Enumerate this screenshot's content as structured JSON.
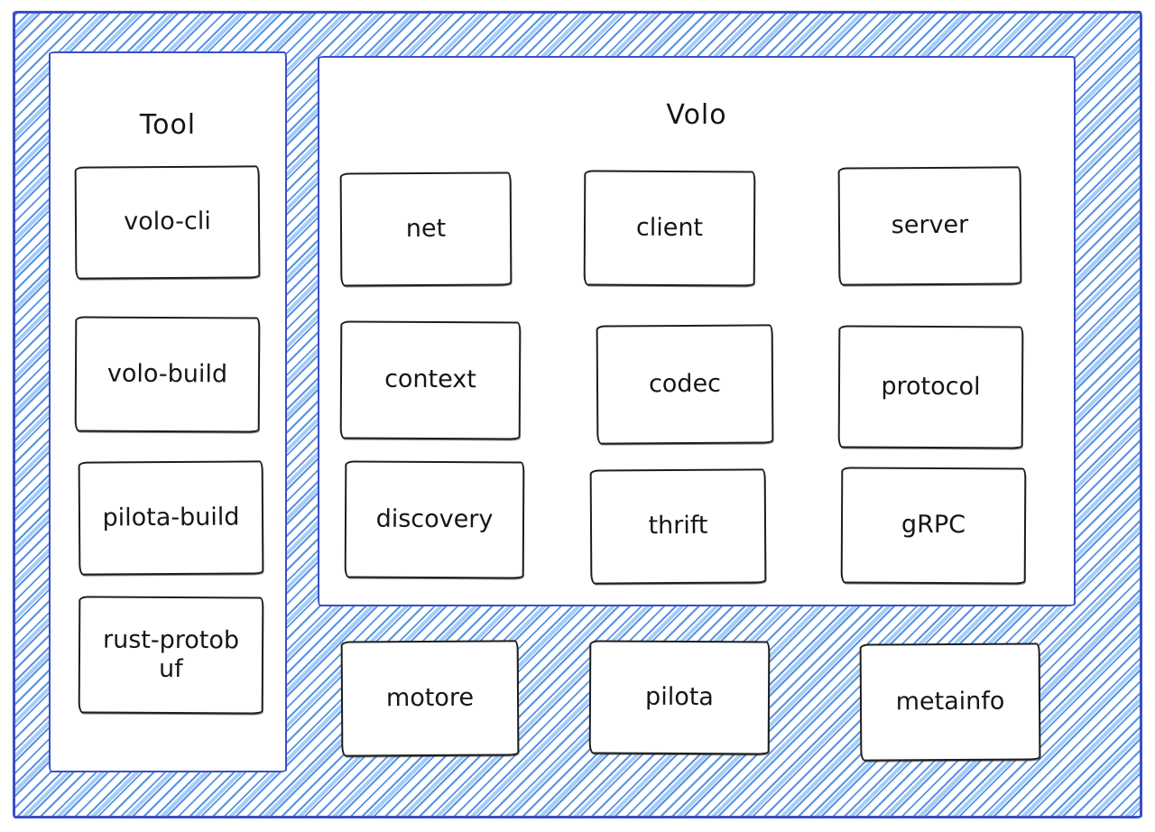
{
  "colors": {
    "frame_border": "#3b4fc5",
    "hatch_primary": "#4d8de2",
    "hatch_light": "#a1c8f4",
    "panel_border": "#3b4fc5",
    "box_border": "#1e1e1e",
    "text": "#161616",
    "background": "#ffffff"
  },
  "tool_panel": {
    "title": "Tool",
    "boxes": [
      {
        "label": "volo-cli"
      },
      {
        "label": "volo-build"
      },
      {
        "label": "pilota-build"
      },
      {
        "label": "rust-protobuf"
      }
    ]
  },
  "volo_panel": {
    "title": "Volo",
    "boxes": [
      {
        "label": "net"
      },
      {
        "label": "client"
      },
      {
        "label": "server"
      },
      {
        "label": "context"
      },
      {
        "label": "codec"
      },
      {
        "label": "protocol"
      },
      {
        "label": "discovery"
      },
      {
        "label": "thrift"
      },
      {
        "label": "gRPC"
      }
    ]
  },
  "standalone_boxes": [
    {
      "label": "motore"
    },
    {
      "label": "pilota"
    },
    {
      "label": "metainfo"
    }
  ]
}
